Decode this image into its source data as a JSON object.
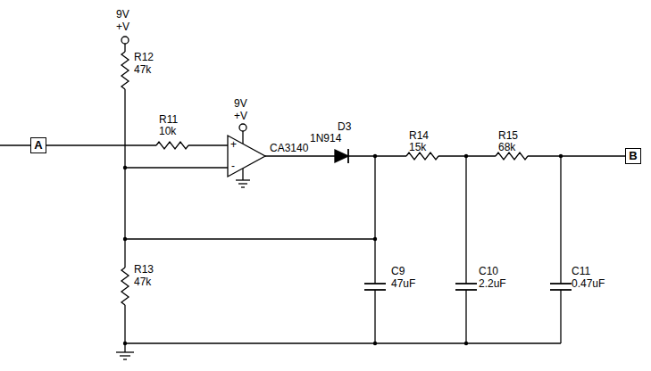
{
  "diagram": {
    "nodes": [
      {
        "text": [
          "A"
        ]
      },
      {
        "text": [
          "B"
        ]
      }
    ],
    "labels": [
      "9V",
      "+V",
      "R12",
      "47k",
      "R11",
      "10k",
      "9V",
      "+V",
      "CA3140",
      "D3",
      "1N914",
      "R14",
      "15k",
      "R15",
      "68k",
      "C9",
      "47uF",
      "C10",
      "2.2uF",
      "C11",
      "0.47uF",
      "R13",
      "47k",
      "+",
      "-"
    ]
  }
}
